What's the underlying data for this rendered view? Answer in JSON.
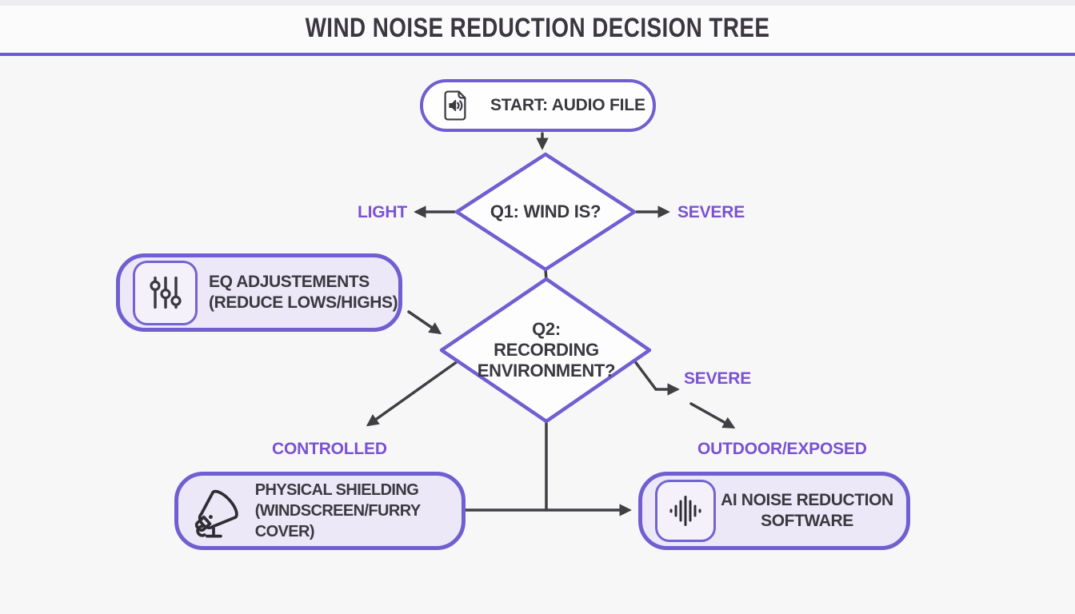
{
  "header": {
    "title": "WIND NOISE REDUCTION DECISION TREE"
  },
  "nodes": {
    "start": {
      "label": "START: AUDIO FILE",
      "icon": "audio-file-icon"
    },
    "q1": {
      "label": "Q1: WIND IS?"
    },
    "q2": {
      "lines": [
        "Q2:",
        "RECORDING",
        "ENVIRONMENT?"
      ]
    },
    "eq_adjustments": {
      "title": "EQ ADJUSTEMENTS",
      "subtitle": "(REDUCE LOWS/HIGHS)",
      "icon": "equalizer-sliders-icon"
    },
    "physical_shielding": {
      "title": "PHYSICAL SHIELDING",
      "subtitle": "(WINDSCREEN/FURRY COVER)",
      "icon": "megaphone-icon"
    },
    "ai_noise_reduction": {
      "title": "AI NOISE REDUCTION",
      "subtitle": "SOFTWARE",
      "icon": "audio-waveform-icon"
    }
  },
  "branch_labels": {
    "q1_light": "LIGHT",
    "q1_severe": "SEVERE",
    "q2_severe": "SEVERE",
    "controlled": "CONTROLLED",
    "outdoor_exposed": "OUTDOOR/EXPOSED"
  },
  "edges": [
    {
      "from": "start",
      "to": "q1"
    },
    {
      "from": "q1",
      "to": "light-label",
      "direction": "left"
    },
    {
      "from": "q1",
      "to": "severe-label",
      "direction": "right"
    },
    {
      "from": "q1",
      "to": "q2",
      "direction": "down"
    },
    {
      "from": "eq_adjustments",
      "to": "q2"
    },
    {
      "from": "q2",
      "to": "controlled-label",
      "direction": "down-left"
    },
    {
      "from": "q2",
      "to": "severe-label",
      "direction": "right"
    },
    {
      "from": "severe-label",
      "to": "outdoor_exposed-label",
      "direction": "down-right"
    },
    {
      "from": "q2",
      "to": "ai_noise_reduction",
      "direction": "down"
    },
    {
      "from": "physical_shielding",
      "to": "ai_noise_reduction",
      "direction": "right"
    }
  ],
  "colors": {
    "accent_purple_border": "#6F5FD0",
    "label_purple": "#7A52D2",
    "title_rule_purple": "#6B5BD2",
    "node_fill_lavender": "#ECE8F7",
    "icon_tile_fill": "#F4F1FB",
    "diamond_fill": "#FDFDFE",
    "arrow_dark": "#404044",
    "text_dark": "#3B3940",
    "background": "#F8F7F8"
  }
}
